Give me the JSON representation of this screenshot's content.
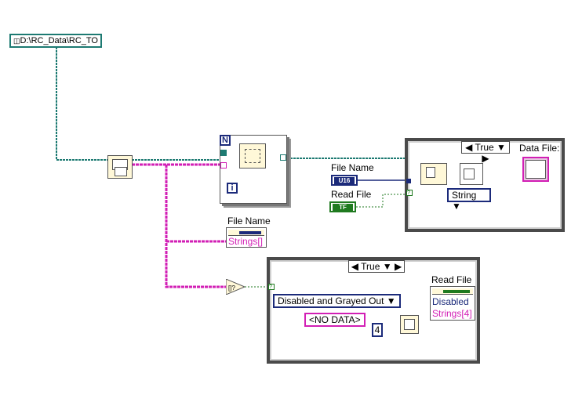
{
  "path_constant": {
    "value": "D:\\RC_Data\\RC_TO"
  },
  "for_loop": {
    "count_terminal": "N",
    "iteration_terminal": "i"
  },
  "case_top": {
    "selector": "True"
  },
  "case_bottom": {
    "selector": "True"
  },
  "file_name_control": {
    "label": "File Name",
    "type_tag": "U16"
  },
  "read_file_control": {
    "label": "Read File",
    "type_tag": "TF"
  },
  "data_file_indicator": {
    "label": "Data File:"
  },
  "string_selector": {
    "value": "String"
  },
  "file_name_property": {
    "label": "File Name",
    "value": "Strings[]"
  },
  "disabled_constant": {
    "value": "Disabled and Grayed Out"
  },
  "read_file_property": {
    "label": "Read File",
    "row1": "Disabled",
    "row2": "Strings[4]"
  },
  "no_data_constant": {
    "value": "<NO DATA>"
  },
  "numeric_constant": {
    "value": "4"
  },
  "colors": {
    "path_wire": "#1d7a72",
    "string_wire": "#d21fb5",
    "enum_wire": "#1b2a7a",
    "bool_wire": "#1f7a1f"
  }
}
